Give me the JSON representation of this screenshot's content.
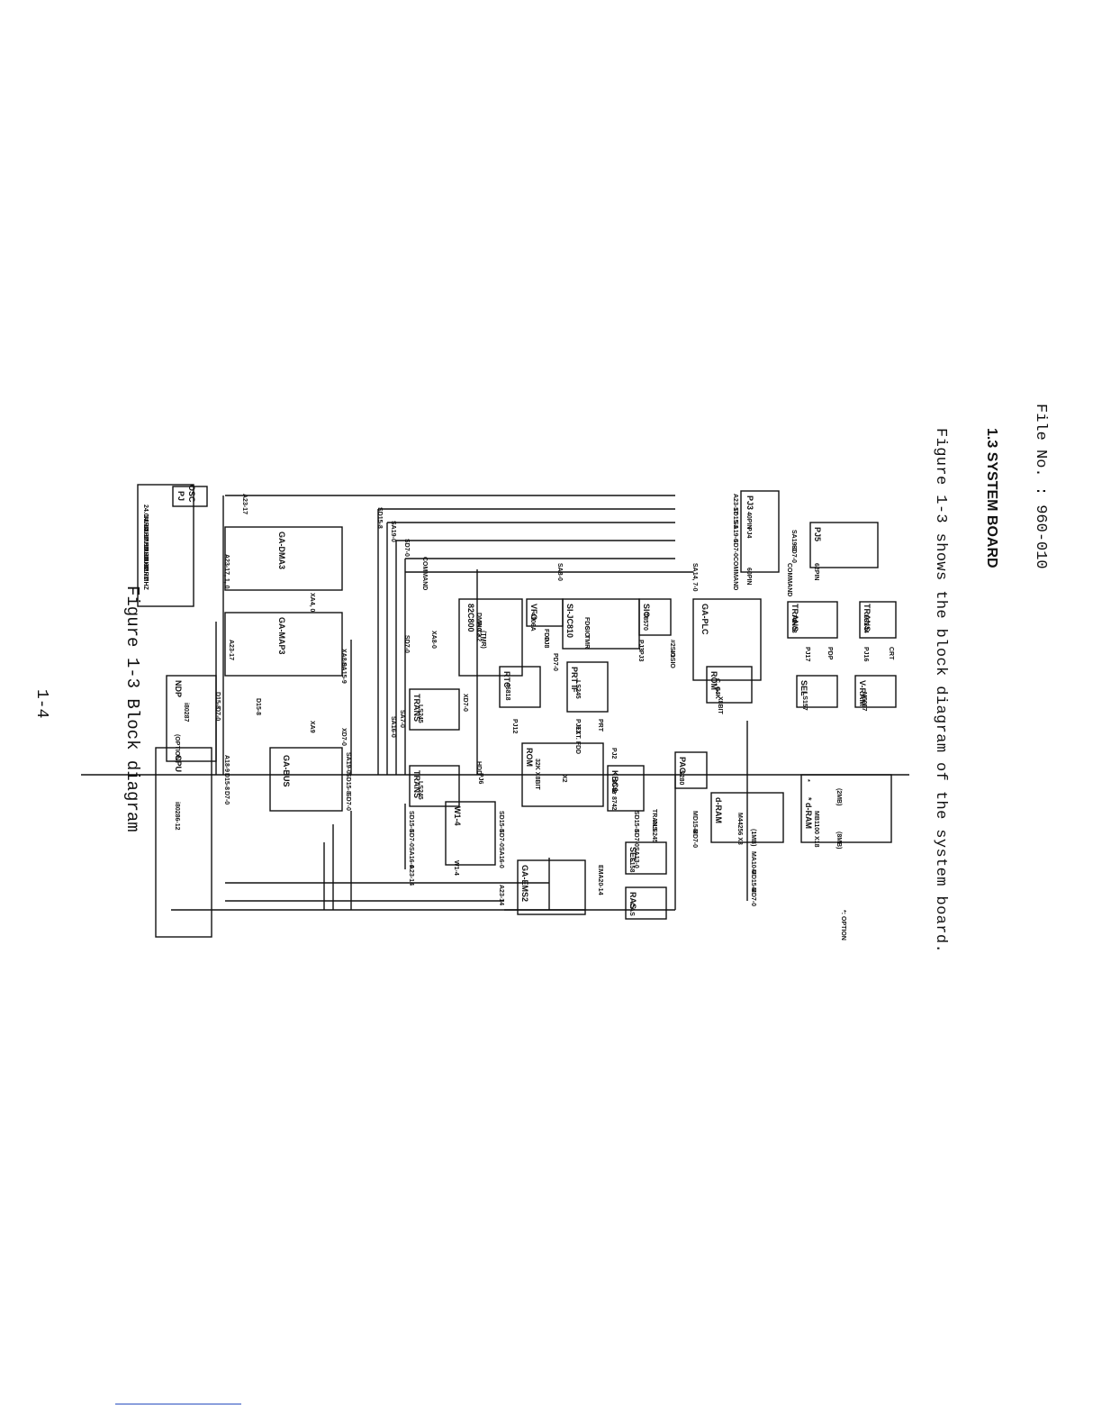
{
  "header": {
    "file_no": "File No. : 960-010",
    "section_title": "1.3 SYSTEM BOARD",
    "intro": "Figure 1-3 shows the block diagram of the system board."
  },
  "figure": {
    "caption": "Figure 1-3  Block diagram",
    "page_number": "1-4",
    "option_note": "*: OPTION"
  },
  "blocks": {
    "pj": "PJ",
    "osc": "OSC",
    "osc_freqs": [
      "24.0MHZ",
      "14.7MHZ",
      "14.3MHZ",
      "17.5MHZ",
      "19.2MHZ",
      "16.0MHZ",
      "32.7MHZ"
    ],
    "ndp": "NDP",
    "ndp_chip": "i80287",
    "ndp_option": "(OPTION)",
    "cpu": "CPU",
    "cpu_chip": "i80286-12",
    "ga_dma3": "GA-DMA3",
    "ga_map3": "GA-MAP3",
    "ga_bus": "GA-BUS",
    "c82c800": "82C800",
    "c82c800_l1": "DMA X2",
    "c82c800_l2": "PIC  X2",
    "c82c800_l3": "(TMR)",
    "vfo": "VFO",
    "vfo_chip": "4106A",
    "fdd": "FDD",
    "pj8": "PJ8",
    "si_jc810": "SI-JC810",
    "si_l1": "FDC",
    "si_l2": "SIO",
    "si_l3": "TMR",
    "sio": "SIO",
    "sio_chip": "T8570",
    "pj3a": "PJ3",
    "sio2": "#2SIO",
    "pj3b": "PJ3",
    "sio1": "#1SIO",
    "ga_plc": "GA-PLC",
    "trans1": "TRANS",
    "trans1_chip": "74H08",
    "pj17": "PJ17",
    "pdp": "PDP",
    "trans2": "TRANS",
    "trans2_chip": "LS244",
    "pj16": "PJ16",
    "crt": "CRT",
    "rom_cg": "ROM",
    "rom_cg_l1": "C. G.",
    "rom_cg_l2": "64K",
    "rom_cg_l3": "X8BIT",
    "sel1": "SEL",
    "sel1_chip": "LS157",
    "vram": "V-RAM",
    "vram_chip": "M5257",
    "rtc": "RTC",
    "rtc_chip": "46818",
    "pj12": "PJ12",
    "prt_if": "PRT IF",
    "prt_if_chip": "LS245",
    "pj13": "PJ13",
    "prt": "PRT",
    "ext_fdd": "EXT. FDD",
    "trans_ls245a": "TRANS",
    "trans_ls245a_chip": "LS245",
    "trans_ls245b": "TRANS",
    "trans_ls245b_chip": "LS245",
    "hdd": "HDD",
    "pj6": "PJ6",
    "rom": "ROM",
    "rom_l1": "32K X8BIT",
    "rom_l2": "X2",
    "pj2": "PJ2",
    "kbc": "KBC1",
    "kbc_l1": "8042",
    "kbc_l2": "or 8742",
    "trans_als": "TRANS",
    "trans_als_chip": "ALS245",
    "pag": "PAG",
    "pag_chip": "S280",
    "dram1": "d-RAM",
    "dram1_chip": "M44256 X8",
    "dram1_size": "(1MB)",
    "dram2_star": "*",
    "dram2_size_top": "(2MB)",
    "dram2": "* d-RAM",
    "dram2_chip": "MB1100 X18",
    "dram2_size": "(8MB)",
    "w1_4a": "W1-4",
    "w1_4b": "W1-4",
    "ga_ems2": "GA-EMS2",
    "sel2": "SEL",
    "sel2_chip": "S158",
    "ras": "RAS",
    "cas": "CAS",
    "pj3_40": "PJ3",
    "pin40": "40PIN",
    "pj4": "PJ4",
    "pin60": "60PIN",
    "pj5": "PJ5",
    "pin62": "62PIN"
  },
  "signals": {
    "a23_17_top": "A23-17",
    "a23_17_right": "A23-17",
    "sd15_8_top": "SD15-8",
    "sd15_8_right": "SD15-8",
    "sa19_0_top": "SA19-0",
    "sa19_0_right": "SA19-0",
    "sd7_0_top": "SD7-0",
    "sd7_0_right": "SD7-0",
    "command_left": "COMMAND",
    "command_right": "COMMAND",
    "a23_17_dma": "A23-17, 1, 0",
    "a23_17_map": "A23-17",
    "xa4_0": "XA4, 0",
    "xa8_0": "XA8-0",
    "xa8_0b": "XA8-0",
    "sa15_9": "SA15-9",
    "sd7_0v": "SD7-0",
    "xa9": "XA9",
    "xd7_0": "XD7-0",
    "xd7_0v": "XD7-0",
    "sa7_0": "SA7-0",
    "sa16_0v": "SA16-0",
    "pd7_0": "PD7-0",
    "sa8_0": "SA8-0",
    "sa14_7_0": "SA14, 7-0",
    "d15_8a": "D15-8",
    "d7_0a": "D7-0",
    "d15_8v": "D15-8",
    "a18_9": "A18-9",
    "d15_8b": "D15-8",
    "d7_0b": "D7-0",
    "sa19_0_bus": "SA19-0",
    "sd15_8_bus": "SD15-8",
    "sd7_0_bus": "SD7-0",
    "sd15_8_w": "SD15-8",
    "sd15_8_w2": "SD15-8",
    "sd15_8_w3": "SD15-8",
    "sd7_0_w": "SD7-0",
    "sd7_0_w2": "SD7-0",
    "sd7_0_w3": "SD7-0",
    "sa16_0_w": "SA16-0",
    "sa16_0_w2": "SA16-0",
    "sa13_0": "SA13-0",
    "a23_14a": "A23-14",
    "a23_14b": "A23-14",
    "ema20_14": "EMA20-14",
    "md15_8a": "MD15-8",
    "md7_0a": "MD7-0",
    "ma10_0": "MA10-0",
    "md15_8b": "MD15-8",
    "md7_0b": "MD7-0",
    "sa19_0_pj5": "SA19-0",
    "sd7_0_pj5": "SD7-0",
    "command_pj5": "COMMAND"
  }
}
